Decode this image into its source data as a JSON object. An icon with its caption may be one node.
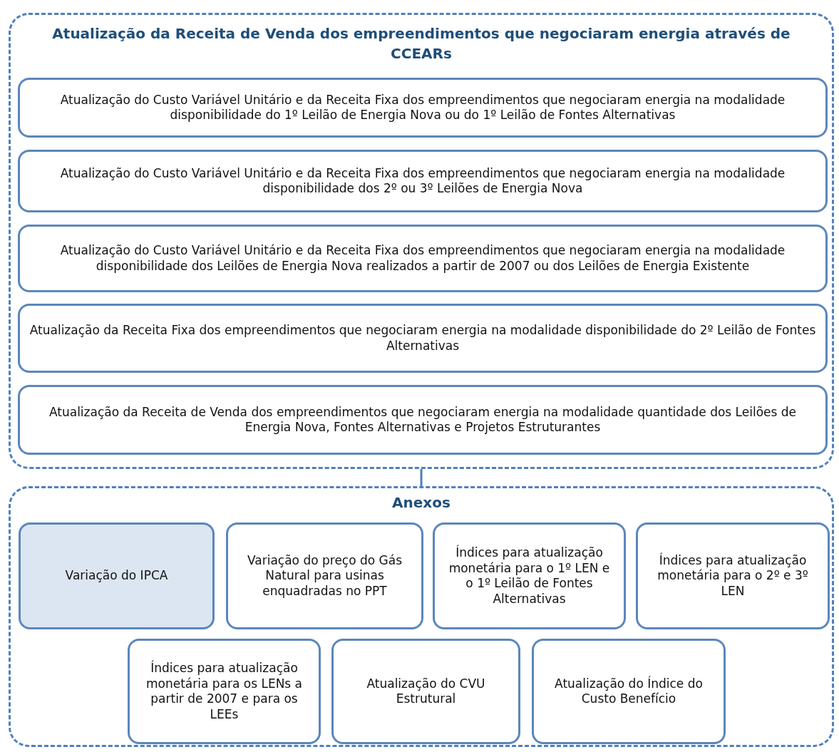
{
  "diagram": {
    "nodes": [
      {
        "text": [
          "Atualização da Receita de Venda dos empreendimentos que negociaram energia através de CCEARs"
        ]
      },
      {
        "text": [
          "Atualização do Custo Variável Unitário e da Receita Fixa dos empreendimentos que negociaram energia na modalidade disponibilidade do 1º Leilão de Energia Nova ou do 1º Leilão de Fontes Alternativas"
        ],
        "in": 0
      },
      {
        "text": [
          "Atualização do Custo Variável Unitário e da Receita Fixa dos empreendimentos que negociaram energia na modalidade disponibilidade dos 2º ou 3º Leilões de Energia Nova"
        ],
        "in": 0
      },
      {
        "text": [
          "Atualização do Custo Variável Unitário e da Receita Fixa dos empreendimentos que negociaram energia na modalidade disponibilidade dos Leilões de Energia Nova realizados a partir de 2007 ou dos Leilões de Energia Existente"
        ],
        "in": 0
      },
      {
        "text": [
          "Atualização da Receita Fixa dos empreendimentos que negociaram energia na modalidade disponibilidade do 2º Leilão de Fontes Alternativas"
        ],
        "in": 0
      },
      {
        "text": [
          "Atualização da Receita de Venda dos empreendimentos que negociaram energia na modalidade quantidade dos Leilões de Energia Nova, Fontes Alternativas e Projetos Estruturantes"
        ],
        "in": 0
      },
      {
        "text": [
          "Anexos"
        ]
      },
      {
        "text": [
          "Variação do IPCA"
        ],
        "in": 6
      },
      {
        "text": [
          "Variação do preço do Gás Natural para usinas enquadradas no PPT"
        ],
        "in": 6
      },
      {
        "text": [
          "Índices para atualização monetária para o 1º LEN e o 1º Leilão de Fontes Alternativas"
        ],
        "in": 6
      },
      {
        "text": [
          "Índices para atualização monetária para o 2º e 3º LEN"
        ],
        "in": 6
      },
      {
        "text": [
          "Índices para atualização monetária para os LENs a partir de 2007 e para os LEEs"
        ],
        "in": 6
      },
      {
        "text": [
          "Atualização do CVU Estrutural"
        ],
        "in": 6
      },
      {
        "text": [
          "Atualização do Índice do Custo Benefício"
        ],
        "in": 6
      }
    ],
    "edges": [
      {
        "from": 0,
        "to": 6,
        "arrow": "none"
      }
    ]
  }
}
